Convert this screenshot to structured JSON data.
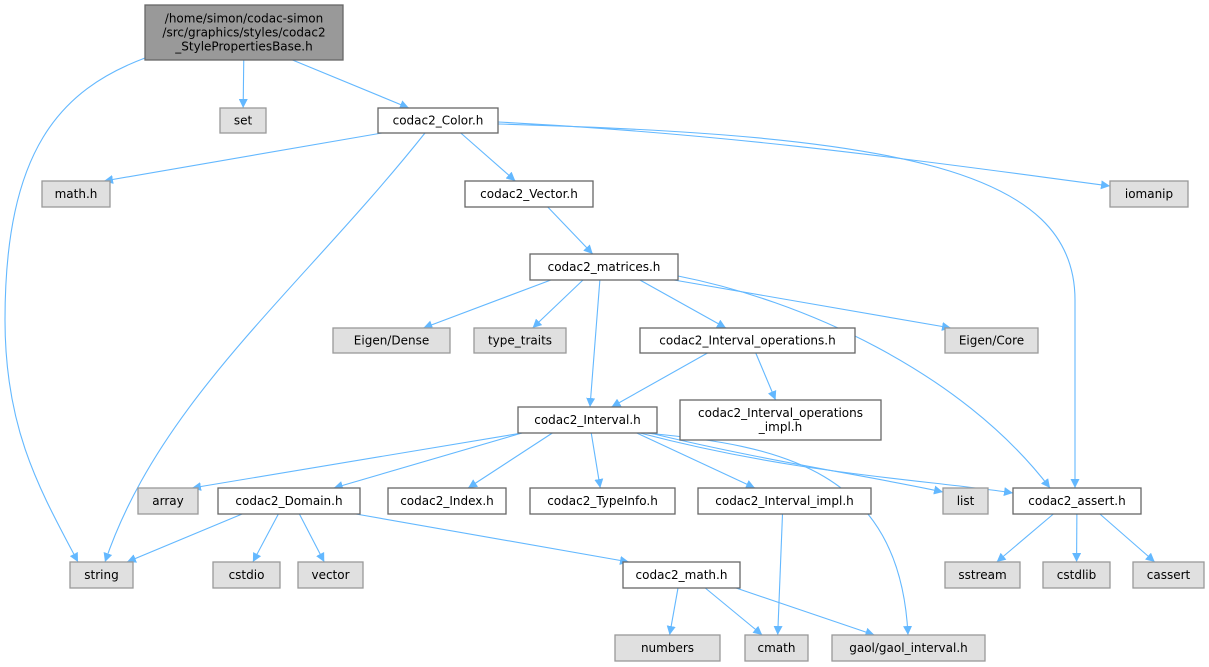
{
  "title": "Include dependency graph for codac2_StylePropertiesBase.h",
  "colors": {
    "root_fill": "#999999",
    "root_stroke": "#666666",
    "doc_fill": "#ffffff",
    "doc_stroke": "#666666",
    "sys_fill": "#e0e0e0",
    "sys_stroke": "#999999",
    "edge": "#63b8ff"
  },
  "nodes": [
    {
      "id": "root",
      "kind": "root",
      "lines": [
        "/home/simon/codac-simon",
        "/src/graphics/styles/codac2",
        "_StylePropertiesBase.h"
      ]
    },
    {
      "id": "set",
      "kind": "sys",
      "lines": [
        "set"
      ]
    },
    {
      "id": "color",
      "kind": "doc",
      "lines": [
        "codac2_Color.h"
      ]
    },
    {
      "id": "math_h",
      "kind": "sys",
      "lines": [
        "math.h"
      ]
    },
    {
      "id": "vector_h",
      "kind": "doc",
      "lines": [
        "codac2_Vector.h"
      ]
    },
    {
      "id": "iomanip",
      "kind": "sys",
      "lines": [
        "iomanip"
      ]
    },
    {
      "id": "matrices",
      "kind": "doc",
      "lines": [
        "codac2_matrices.h"
      ]
    },
    {
      "id": "eigen_dense",
      "kind": "sys",
      "lines": [
        "Eigen/Dense"
      ]
    },
    {
      "id": "type_traits",
      "kind": "sys",
      "lines": [
        "type_traits"
      ]
    },
    {
      "id": "interval_ops",
      "kind": "doc",
      "lines": [
        "codac2_Interval_operations.h"
      ]
    },
    {
      "id": "eigen_core",
      "kind": "sys",
      "lines": [
        "Eigen/Core"
      ]
    },
    {
      "id": "interval",
      "kind": "doc",
      "lines": [
        "codac2_Interval.h"
      ]
    },
    {
      "id": "interval_ops_impl",
      "kind": "doc",
      "lines": [
        "codac2_Interval_operations",
        "_impl.h"
      ]
    },
    {
      "id": "array",
      "kind": "sys",
      "lines": [
        "array"
      ]
    },
    {
      "id": "domain",
      "kind": "doc",
      "lines": [
        "codac2_Domain.h"
      ]
    },
    {
      "id": "index",
      "kind": "doc",
      "lines": [
        "codac2_Index.h"
      ]
    },
    {
      "id": "typeinfo",
      "kind": "doc",
      "lines": [
        "codac2_TypeInfo.h"
      ]
    },
    {
      "id": "interval_impl",
      "kind": "doc",
      "lines": [
        "codac2_Interval_impl.h"
      ]
    },
    {
      "id": "list",
      "kind": "sys",
      "lines": [
        "list"
      ]
    },
    {
      "id": "assert",
      "kind": "doc",
      "lines": [
        "codac2_assert.h"
      ]
    },
    {
      "id": "string",
      "kind": "sys",
      "lines": [
        "string"
      ]
    },
    {
      "id": "cstdio",
      "kind": "sys",
      "lines": [
        "cstdio"
      ]
    },
    {
      "id": "vector",
      "kind": "sys",
      "lines": [
        "vector"
      ]
    },
    {
      "id": "math2",
      "kind": "doc",
      "lines": [
        "codac2_math.h"
      ]
    },
    {
      "id": "sstream",
      "kind": "sys",
      "lines": [
        "sstream"
      ]
    },
    {
      "id": "cstdlib",
      "kind": "sys",
      "lines": [
        "cstdlib"
      ]
    },
    {
      "id": "cassert",
      "kind": "sys",
      "lines": [
        "cassert"
      ]
    },
    {
      "id": "numbers",
      "kind": "sys",
      "lines": [
        "numbers"
      ]
    },
    {
      "id": "cmath",
      "kind": "sys",
      "lines": [
        "cmath"
      ]
    },
    {
      "id": "gaol",
      "kind": "sys",
      "lines": [
        "gaol/gaol_interval.h"
      ]
    }
  ],
  "edges": [
    [
      "root",
      "string"
    ],
    [
      "root",
      "set"
    ],
    [
      "root",
      "color"
    ],
    [
      "color",
      "math_h"
    ],
    [
      "color",
      "string"
    ],
    [
      "color",
      "vector_h"
    ],
    [
      "color",
      "iomanip"
    ],
    [
      "color",
      "assert"
    ],
    [
      "vector_h",
      "matrices"
    ],
    [
      "matrices",
      "eigen_dense"
    ],
    [
      "matrices",
      "type_traits"
    ],
    [
      "matrices",
      "interval_ops"
    ],
    [
      "matrices",
      "eigen_core"
    ],
    [
      "matrices",
      "interval"
    ],
    [
      "matrices",
      "assert"
    ],
    [
      "interval_ops",
      "interval"
    ],
    [
      "interval_ops",
      "interval_ops_impl"
    ],
    [
      "interval",
      "array"
    ],
    [
      "interval",
      "domain"
    ],
    [
      "interval",
      "index"
    ],
    [
      "interval",
      "typeinfo"
    ],
    [
      "interval",
      "interval_impl"
    ],
    [
      "interval",
      "list"
    ],
    [
      "interval",
      "assert"
    ],
    [
      "interval",
      "gaol"
    ],
    [
      "domain",
      "string"
    ],
    [
      "domain",
      "cstdio"
    ],
    [
      "domain",
      "vector"
    ],
    [
      "domain",
      "math2"
    ],
    [
      "interval_impl",
      "cmath"
    ],
    [
      "assert",
      "sstream"
    ],
    [
      "assert",
      "cstdlib"
    ],
    [
      "assert",
      "cassert"
    ],
    [
      "math2",
      "numbers"
    ],
    [
      "math2",
      "cmath"
    ],
    [
      "math2",
      "gaol"
    ]
  ]
}
